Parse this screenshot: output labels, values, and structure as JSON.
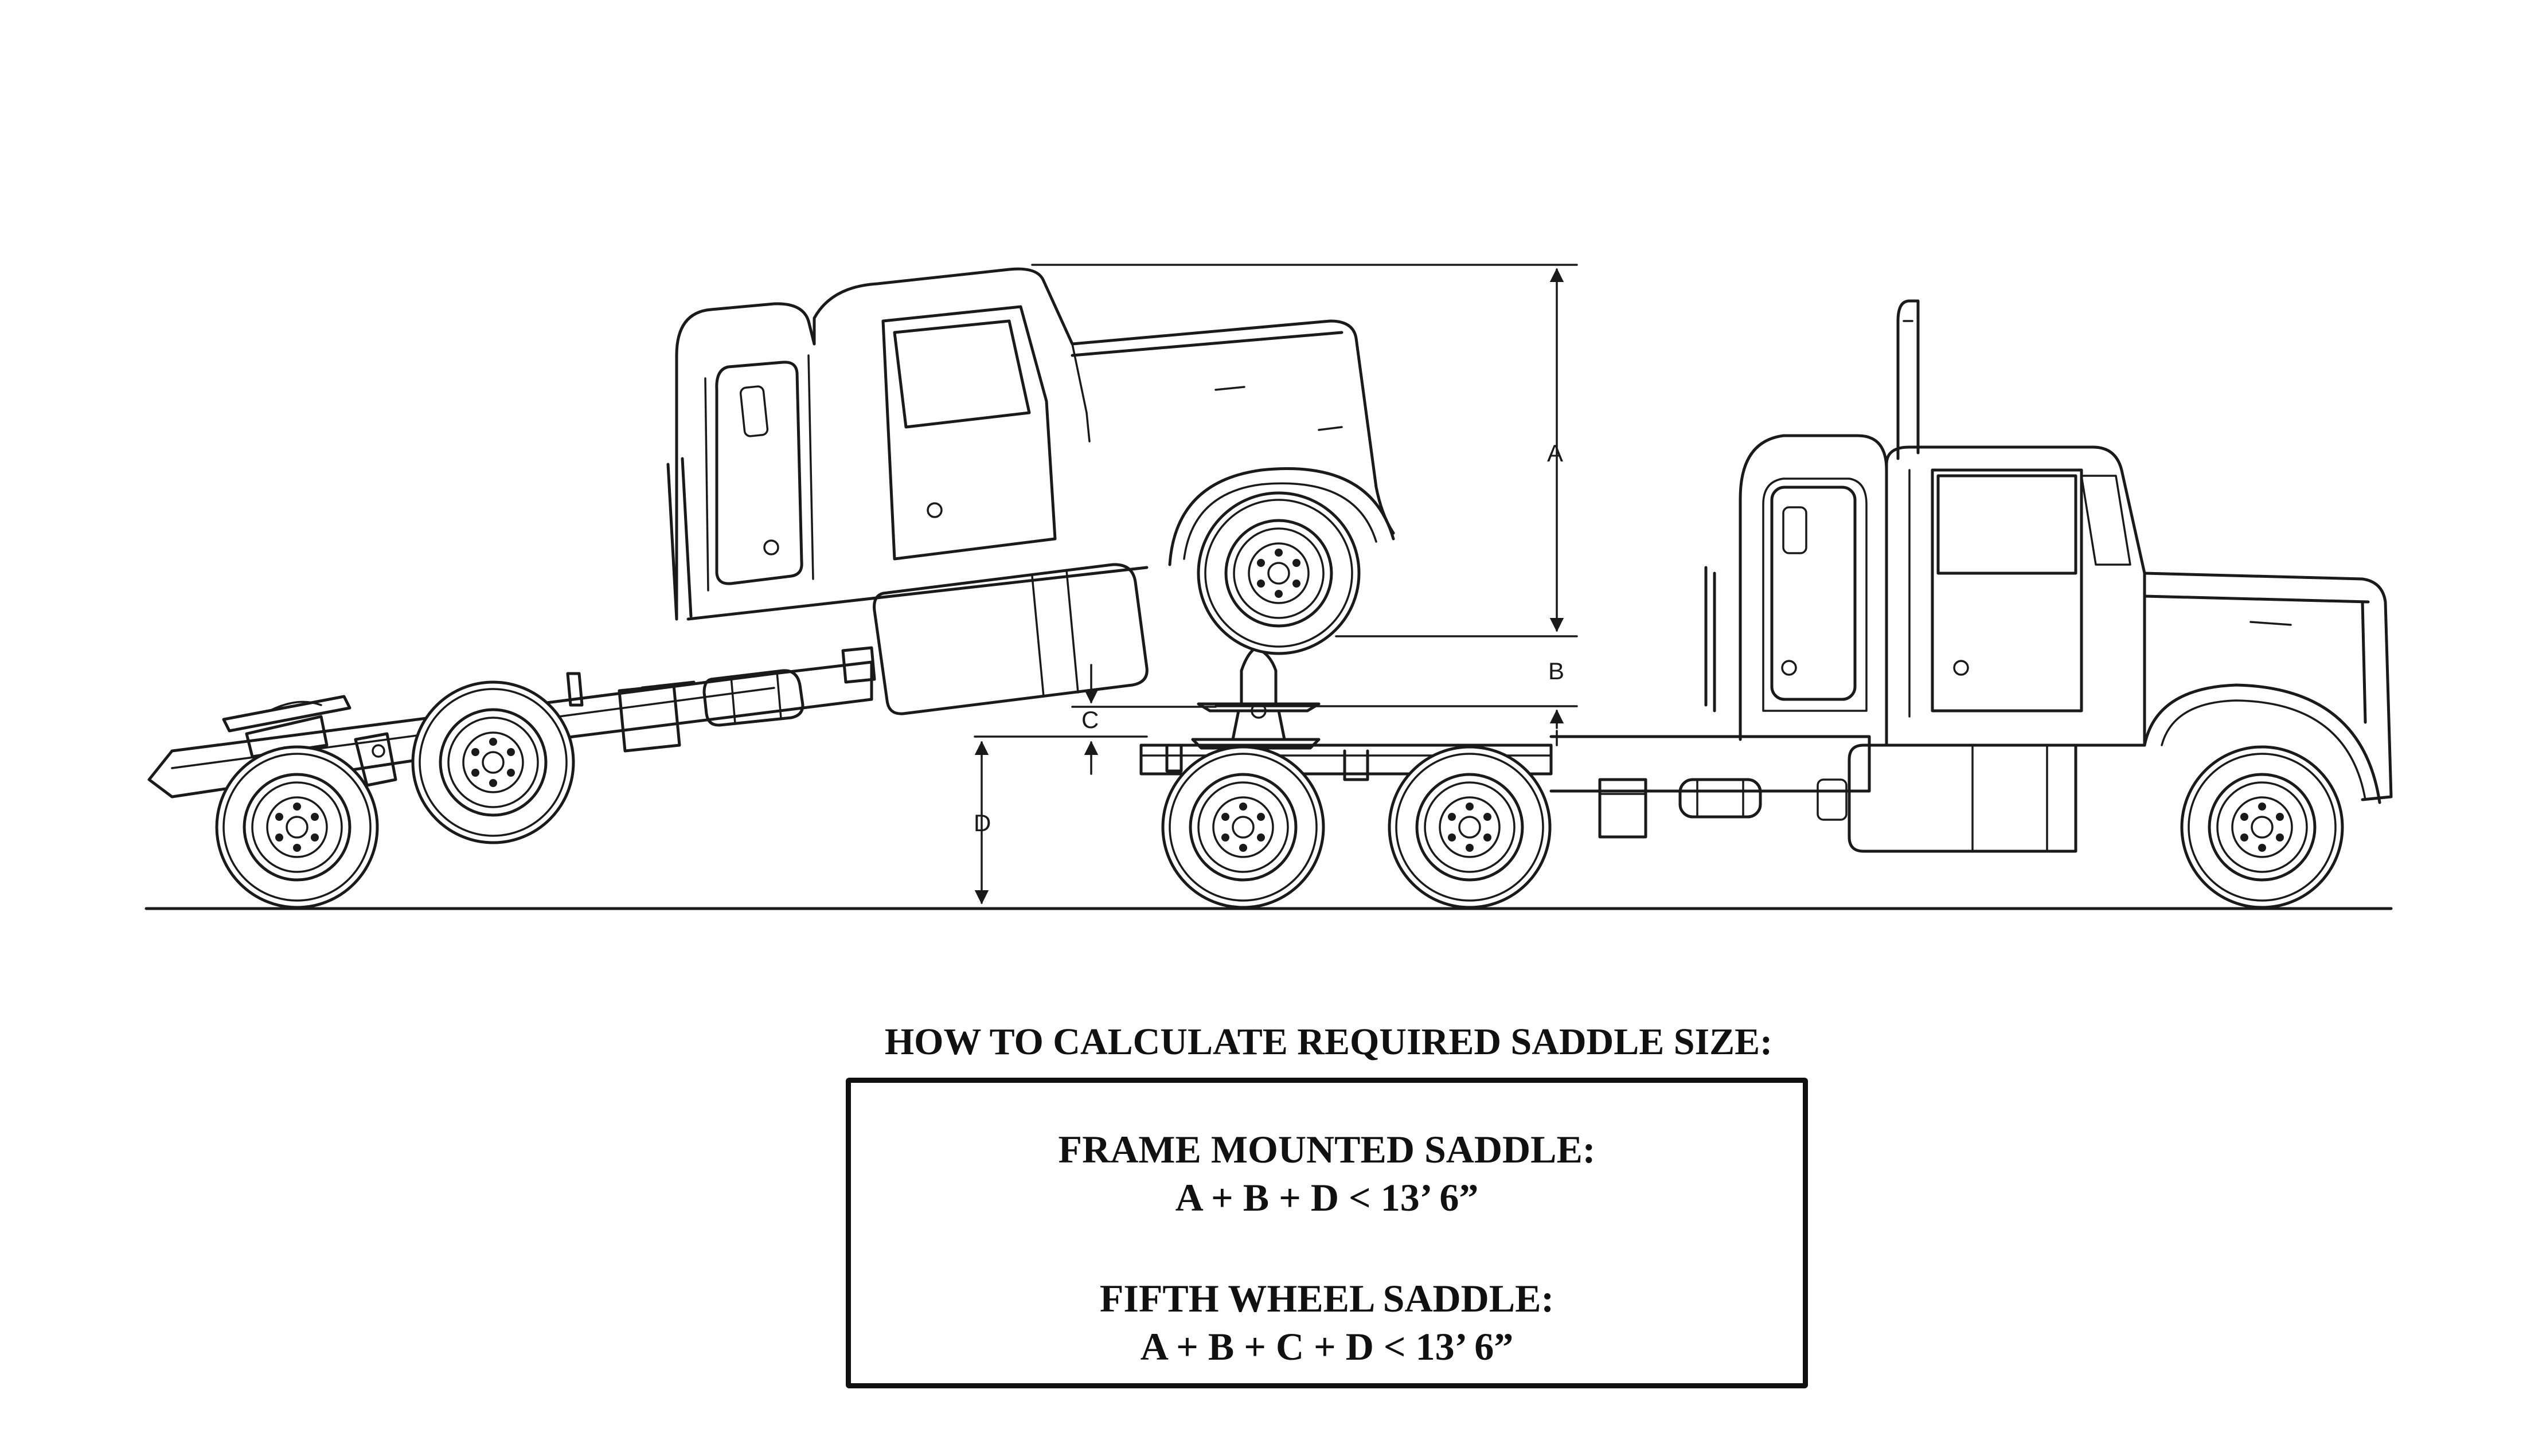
{
  "diagram": {
    "dimension_labels": {
      "a": "A",
      "b": "B",
      "c": "C",
      "d": "D"
    }
  },
  "heading": "HOW TO CALCULATE REQUIRED SADDLE SIZE:",
  "frame_mounted": {
    "title": "FRAME MOUNTED SADDLE:",
    "formula": "A + B + D < 13’ 6”"
  },
  "fifth_wheel": {
    "title": "FIFTH WHEEL SADDLE:",
    "formula": "A + B + C + D < 13’ 6”"
  },
  "colors": {
    "line": "#1a1a1a",
    "background": "#ffffff"
  }
}
